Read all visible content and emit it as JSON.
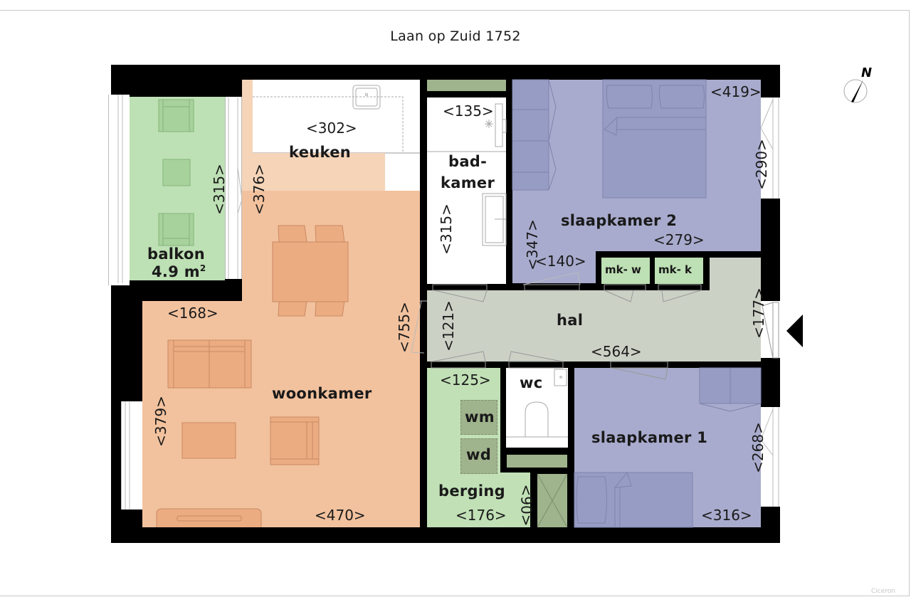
{
  "title": "Laan op Zuid 1752",
  "credit": "Ciceron",
  "compass": {
    "label": "N",
    "icon": "north-arrow-icon"
  },
  "entrance_marker": {
    "icon": "entrance-triangle-icon"
  },
  "colors": {
    "wall": "#000000",
    "balcony": "#bde0b4",
    "kitchen": "#f5d4b8",
    "living": "#f2c29e",
    "furniture_living": "#ecac82",
    "bedroom": "#a8abcd",
    "bedroom_furniture": "#979cc4",
    "hall": "#ccd1c6",
    "storage": "#c1e0b6",
    "utility": "#9fb38c",
    "wet": "#ffffff"
  },
  "rooms": {
    "balkon": {
      "name": "balkon",
      "area": "4.9 m",
      "area_sup": "2",
      "dims": [
        "<315>"
      ]
    },
    "keuken": {
      "name": "keuken",
      "dims": [
        "<302>",
        "<376>"
      ]
    },
    "woonkamer": {
      "name": "woonkamer",
      "dims": [
        "<168>",
        "<379>",
        "<470>",
        "<755>"
      ]
    },
    "badkamer": {
      "name_line1": "bad-",
      "name_line2": "kamer",
      "dims": [
        "<135>",
        "<315>"
      ]
    },
    "slaapkamer2": {
      "name": "slaapkamer 2",
      "dims": [
        "<419>",
        "<290>",
        "<279>",
        "<347>",
        "<140>"
      ]
    },
    "meterkast_w": {
      "name": "mk- w"
    },
    "meterkast_k": {
      "name": "mk- k"
    },
    "hal": {
      "name": "hal",
      "dims": [
        "<121>",
        "<564>",
        "<177>"
      ]
    },
    "berging": {
      "name": "berging",
      "dims": [
        "<125>",
        "<176>",
        "<90>"
      ],
      "appliances": [
        "wm",
        "wd"
      ]
    },
    "wc": {
      "name": "wc"
    },
    "slaapkamer1": {
      "name": "slaapkamer 1",
      "dims": [
        "<268>",
        "<316>"
      ]
    }
  }
}
